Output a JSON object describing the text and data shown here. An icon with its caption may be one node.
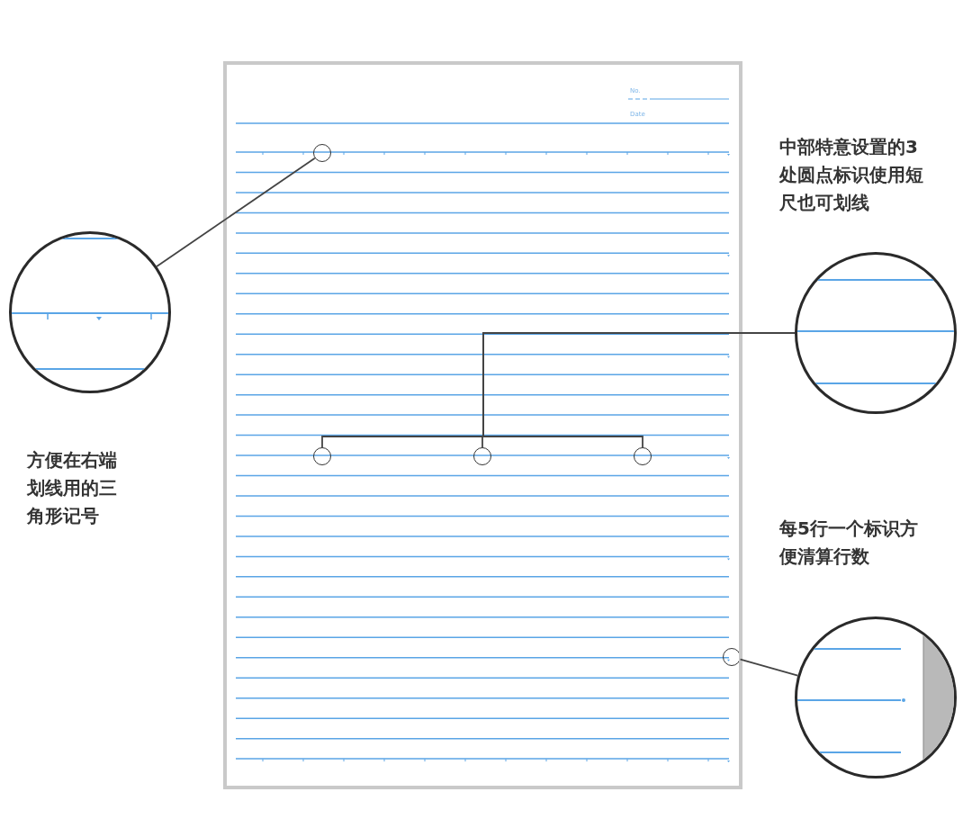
{
  "diagram": {
    "nodes": [
      {
        "text": [],
        "shape": "box"
      },
      {
        "text": [],
        "shape": "circle",
        "in": 0
      },
      {
        "text": [],
        "shape": "circle"
      },
      {
        "text": [],
        "shape": "circle"
      },
      {
        "text": [],
        "shape": "circle",
        "in": 0
      },
      {
        "text": [],
        "shape": "circle",
        "in": 0
      },
      {
        "text": [],
        "shape": "circle",
        "in": 0
      },
      {
        "text": [],
        "shape": "circle",
        "in": 0
      },
      {
        "text": [],
        "shape": "circle"
      }
    ],
    "edges": [
      {
        "from": 1,
        "to": 2,
        "arrow": "none"
      },
      {
        "from": 3,
        "to": 4,
        "arrow": "none"
      },
      {
        "from": 3,
        "to": 5,
        "arrow": "none"
      },
      {
        "from": 3,
        "to": 6,
        "arrow": "none"
      },
      {
        "from": 7,
        "to": 8,
        "arrow": "none"
      }
    ],
    "labels": [
      "No.",
      "Date",
      "中部特意设置的3处圆点标识使用短尺也可划线",
      "方便在右端划线用的三角形记号",
      "每5行一个标识方便清算行数"
    ]
  }
}
